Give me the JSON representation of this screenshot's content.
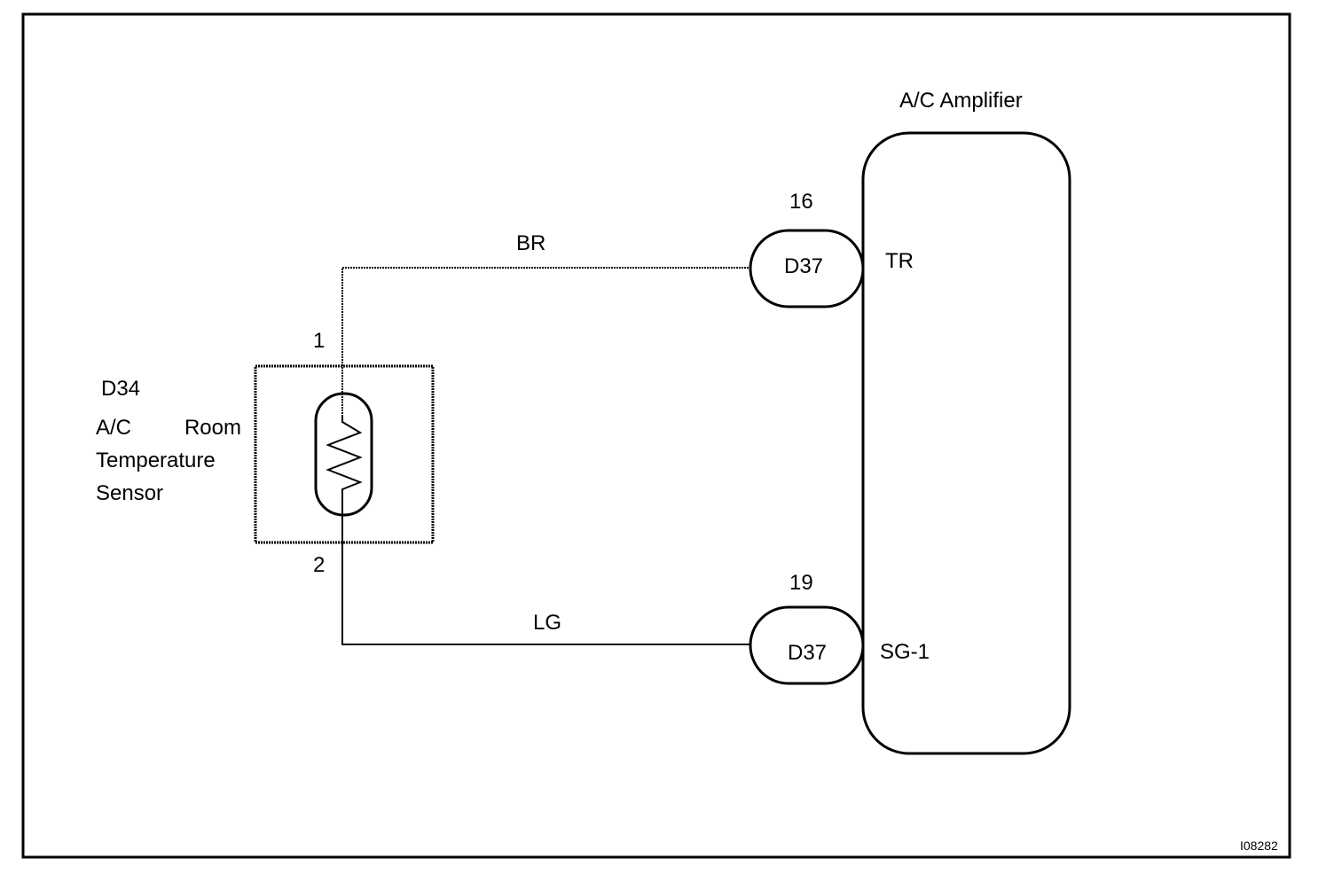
{
  "amplifier": {
    "title": "A/C Amplifier",
    "terminals": [
      {
        "pin": "16",
        "connector": "D37",
        "terminal": "TR"
      },
      {
        "pin": "19",
        "connector": "D37",
        "terminal": "SG-1"
      }
    ]
  },
  "sensor": {
    "code": "D34",
    "name_part1": "A/C",
    "name_part2": "Room",
    "name_line2": "Temperature",
    "name_line3": "Sensor",
    "pins": [
      "1",
      "2"
    ]
  },
  "wires": [
    "BR",
    "LG"
  ],
  "figure_id": "I08282"
}
